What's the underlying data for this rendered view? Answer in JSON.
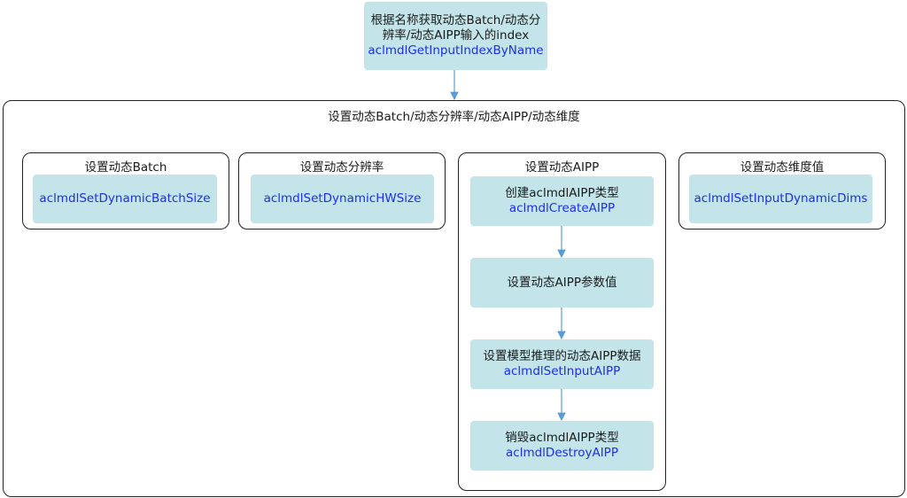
{
  "top_node": {
    "text": "根据名称获取动态Batch/动态分辨率/动态AIPP输入的index",
    "api": "aclmdlGetInputIndexByName"
  },
  "outer_frame": {
    "title": "设置动态Batch/动态分辨率/动态AIPP/动态维度"
  },
  "batch": {
    "title": "设置动态Batch",
    "api": "aclmdlSetDynamicBatchSize"
  },
  "hw": {
    "title": "设置动态分辨率",
    "api": "aclmdlSetDynamicHWSize"
  },
  "aipp": {
    "title": "设置动态AIPP",
    "steps": [
      {
        "text": "创建aclmdlAIPP类型",
        "api": "aclmdlCreateAIPP"
      },
      {
        "text": "设置动态AIPP参数值",
        "api": ""
      },
      {
        "text": "设置模型推理的动态AIPP数据",
        "api": "aclmdlSetInputAIPP"
      },
      {
        "text": "销毁aclmdlAIPP类型",
        "api": "aclmdlDestroyAIPP"
      }
    ]
  },
  "dims": {
    "title": "设置动态维度值",
    "api": "aclmdlSetInputDynamicDims"
  },
  "colors": {
    "node_fill": "#c3e5ea",
    "api_text": "#1f2ee8",
    "arrow": "#5b9bd5"
  }
}
